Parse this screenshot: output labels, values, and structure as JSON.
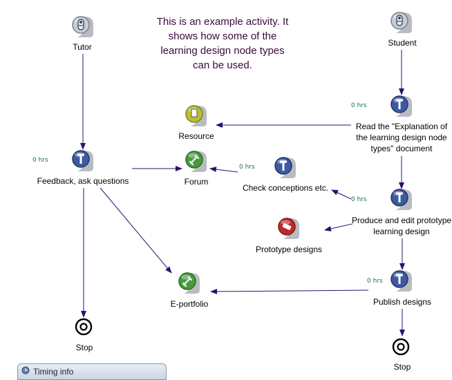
{
  "note": "This is an example activity. It shows how some of the learning design node types can be used.",
  "colors": {
    "edge": "#2a1070",
    "hrs": "#1a6a5a",
    "role": "#9aa0ac",
    "activity": "#3d5aa0",
    "resource": "#b8c030",
    "tool": "#4a9a3a",
    "output": "#c02828"
  },
  "nodes": [
    {
      "id": "tutor",
      "type": "role",
      "icon": "role-person-icon",
      "label": "Tutor"
    },
    {
      "id": "student",
      "type": "role",
      "icon": "role-person-icon",
      "label": "Student"
    },
    {
      "id": "read",
      "type": "activity",
      "icon": "activity-t-icon",
      "label": "Read the \"Explanation of the learning design node types\" document",
      "hrs": "0 hrs"
    },
    {
      "id": "resource",
      "type": "resource",
      "icon": "resource-document-icon",
      "label": "Resource"
    },
    {
      "id": "feedback",
      "type": "activity",
      "icon": "activity-t-icon",
      "label": "Feedback, ask questions",
      "hrs": "0 hrs"
    },
    {
      "id": "forum",
      "type": "tool",
      "icon": "tool-wrench-icon",
      "label": "Forum"
    },
    {
      "id": "check",
      "type": "activity",
      "icon": "activity-t-icon",
      "label": "Check conceptions etc.",
      "hrs": "0 hrs"
    },
    {
      "id": "produce",
      "type": "activity",
      "icon": "activity-t-icon",
      "label": "Produce and edit prototype learning design",
      "hrs": "0 hrs"
    },
    {
      "id": "prototype",
      "type": "output",
      "icon": "output-no-entry-icon",
      "label": "Prototype designs"
    },
    {
      "id": "eportfolio",
      "type": "tool",
      "icon": "tool-wrench-icon",
      "label": "E-portfolio"
    },
    {
      "id": "publish",
      "type": "activity",
      "icon": "activity-t-icon",
      "label": "Publish  designs",
      "hrs": "0 hrs"
    },
    {
      "id": "stop1",
      "type": "stop",
      "icon": "stop-icon",
      "label": "Stop"
    },
    {
      "id": "stop2",
      "type": "stop",
      "icon": "stop-icon",
      "label": "Stop"
    }
  ],
  "edges": [
    {
      "from": "tutor",
      "to": "feedback"
    },
    {
      "from": "feedback",
      "to": "forum"
    },
    {
      "from": "feedback",
      "to": "eportfolio"
    },
    {
      "from": "feedback",
      "to": "stop1"
    },
    {
      "from": "student",
      "to": "read"
    },
    {
      "from": "read",
      "to": "resource"
    },
    {
      "from": "read",
      "to": "produce"
    },
    {
      "from": "check",
      "to": "forum"
    },
    {
      "from": "produce",
      "to": "check"
    },
    {
      "from": "produce",
      "to": "prototype"
    },
    {
      "from": "produce",
      "to": "publish"
    },
    {
      "from": "publish",
      "to": "eportfolio"
    },
    {
      "from": "publish",
      "to": "stop2"
    }
  ],
  "panel": {
    "title": "Timing info",
    "icon": "clock-icon"
  }
}
